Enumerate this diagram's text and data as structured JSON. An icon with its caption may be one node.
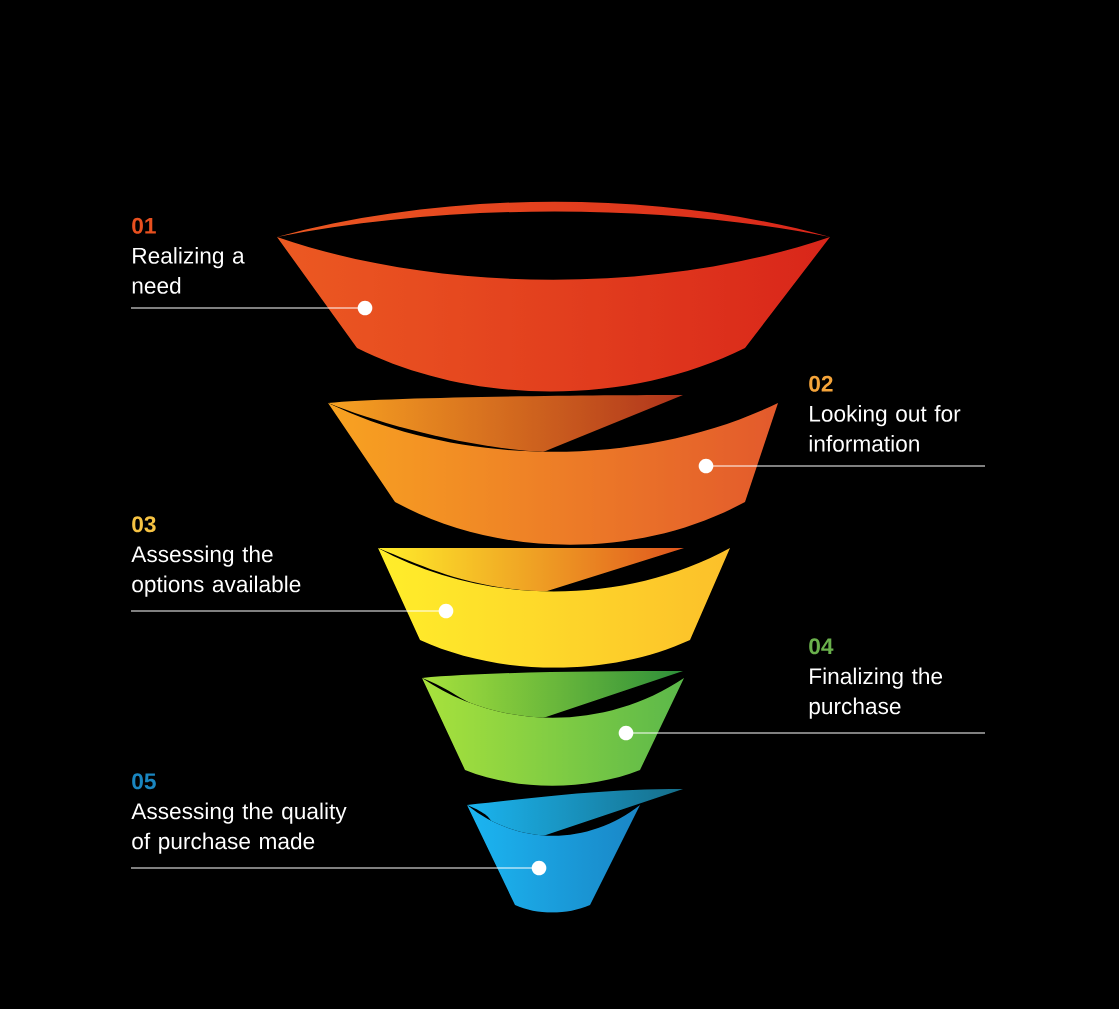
{
  "diagram": {
    "nodes": [
      {
        "text": [
          "01",
          "Realizing a need"
        ]
      },
      {
        "text": [
          "02",
          "Looking out for information"
        ]
      },
      {
        "text": [
          "03",
          "Assessing the options available"
        ]
      },
      {
        "text": [
          "04",
          "Finalizing the purchase"
        ]
      },
      {
        "text": [
          "05",
          "Assessing the quality of purchase made"
        ]
      },
      {
        "text": [],
        "shape": "band"
      },
      {
        "text": [],
        "shape": "band"
      },
      {
        "text": [],
        "shape": "band"
      },
      {
        "text": [],
        "shape": "band"
      },
      {
        "text": [],
        "shape": "band"
      }
    ],
    "edges": [
      {
        "from": 0,
        "to": 5,
        "arrow": "other"
      },
      {
        "from": 1,
        "to": 6,
        "arrow": "other"
      },
      {
        "from": 2,
        "to": 7,
        "arrow": "other"
      },
      {
        "from": 3,
        "to": 8,
        "arrow": "other"
      },
      {
        "from": 4,
        "to": 9,
        "arrow": "other"
      }
    ]
  }
}
